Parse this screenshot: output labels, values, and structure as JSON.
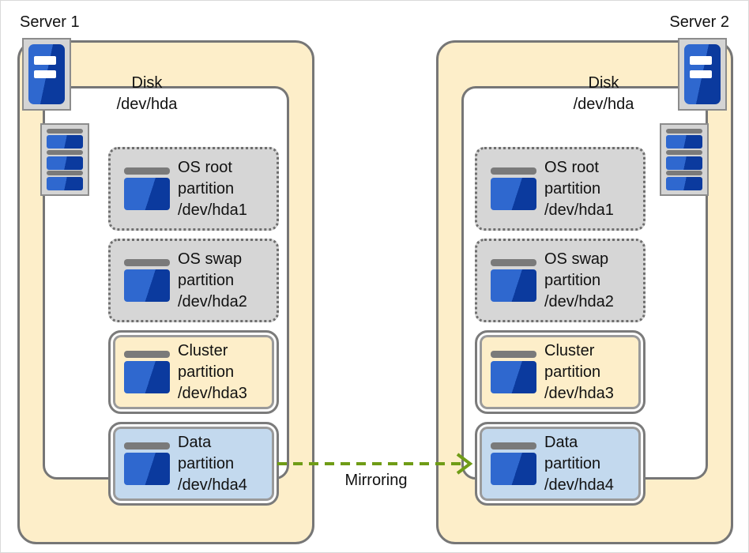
{
  "diagram": {
    "title_server1": "Server 1",
    "title_server2": "Server 2",
    "mirroring_label": "Mirroring",
    "colors": {
      "server_box_fill": "#fdeec9",
      "server_box_border": "#767676",
      "disk_box_fill": "#ffffff",
      "os_partition_fill": "#d6d6d6",
      "cluster_partition_fill": "#fdeec9",
      "data_partition_fill": "#c3d9ee",
      "icon_blue_light": "#2f68cf",
      "icon_blue_dark": "#0b3a9e",
      "icon_gray": "#d4d4d4",
      "arrow_green": "#6f9c16"
    }
  },
  "servers": [
    {
      "name": "Server 1",
      "server_icon": "server-tower-icon",
      "stack_icon": "disk-stack-icon",
      "disk_caption_line1": "Disk",
      "disk_caption_line2": "/dev/hda",
      "partitions": [
        {
          "icon": "disk-icon",
          "line1": "OS root",
          "line2": "partition",
          "line3": "/dev/hda1",
          "style": "dotted"
        },
        {
          "icon": "disk-icon",
          "line1": "OS swap",
          "line2": "partition",
          "line3": "/dev/hda2",
          "style": "dotted"
        },
        {
          "icon": "disk-icon",
          "line1": "Cluster",
          "line2": "partition",
          "line3": "/dev/hda3",
          "style": "cluster"
        },
        {
          "icon": "disk-icon",
          "line1": "Data",
          "line2": "partition",
          "line3": "/dev/hda4",
          "style": "data"
        }
      ]
    },
    {
      "name": "Server 2",
      "server_icon": "server-tower-icon",
      "stack_icon": "disk-stack-icon",
      "disk_caption_line1": "Disk",
      "disk_caption_line2": "/dev/hda",
      "partitions": [
        {
          "icon": "disk-icon",
          "line1": "OS root",
          "line2": "partition",
          "line3": "/dev/hda1",
          "style": "dotted"
        },
        {
          "icon": "disk-icon",
          "line1": "OS swap",
          "line2": "partition",
          "line3": "/dev/hda2",
          "style": "dotted"
        },
        {
          "icon": "disk-icon",
          "line1": "Cluster",
          "line2": "partition",
          "line3": "/dev/hda3",
          "style": "cluster"
        },
        {
          "icon": "disk-icon",
          "line1": "Data",
          "line2": "partition",
          "line3": "/dev/hda4",
          "style": "data"
        }
      ]
    }
  ]
}
